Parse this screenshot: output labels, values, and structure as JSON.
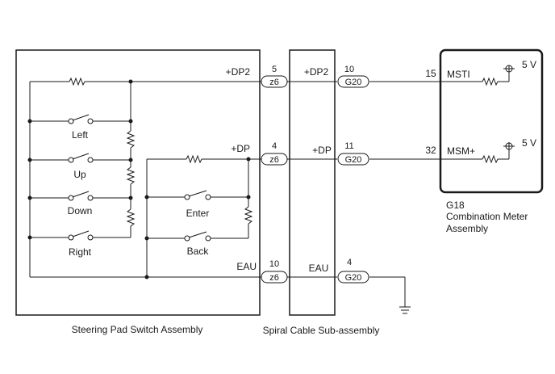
{
  "components": {
    "steering_pad": {
      "label": "Steering Pad Switch Assembly"
    },
    "spiral_cable": {
      "label": "Spiral Cable Sub-assembly"
    },
    "combination_meter": {
      "code": "G18",
      "label_line1": "Combination Meter",
      "label_line2": "Assembly"
    }
  },
  "switches": [
    "Left",
    "Up",
    "Down",
    "Right",
    "Enter",
    "Back"
  ],
  "signals": {
    "dp2": "+DP2",
    "dp": "+DP",
    "eau": "EAU",
    "msti": "MSTI",
    "msm": "MSM+",
    "v5_top": "5 V",
    "v5_bottom": "5 V"
  },
  "connectors": {
    "z6_pin5": {
      "name": "z6",
      "pin": "5"
    },
    "z6_pin4": {
      "name": "z6",
      "pin": "4"
    },
    "z6_pin10": {
      "name": "z6",
      "pin": "10"
    },
    "g20_pin10": {
      "name": "G20",
      "pin": "10"
    },
    "g20_pin11": {
      "name": "G20",
      "pin": "11"
    },
    "g20_pin4": {
      "name": "G20",
      "pin": "4"
    },
    "g18_pin15": {
      "pin": "15"
    },
    "g18_pin32": {
      "pin": "32"
    }
  }
}
